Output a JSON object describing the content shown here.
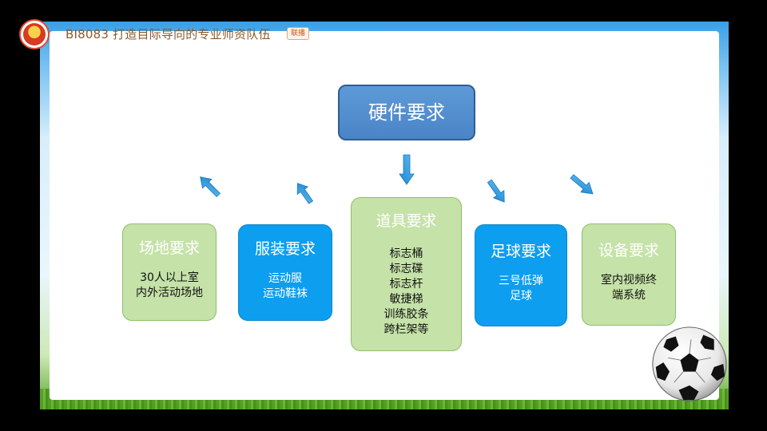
{
  "header": {
    "title": "BI8083 打造目际导向的专业师资队伍",
    "badge": "联播"
  },
  "diagram": {
    "root": "硬件要求",
    "children": [
      {
        "title": "场地要求",
        "lines": [
          "30人以上室",
          "内外活动场地"
        ]
      },
      {
        "title": "服装要求",
        "lines": [
          "运动服",
          "运动鞋袜"
        ]
      },
      {
        "title": "道具要求",
        "lines": [
          "标志桶",
          "标志碟",
          "标志杆",
          "敏捷梯",
          "训练胶条",
          "跨栏架等"
        ]
      },
      {
        "title": "足球要求",
        "lines": [
          "三号低弹",
          "足球"
        ]
      },
      {
        "title": "设备要求",
        "lines": [
          "室内视频终",
          "端系统"
        ]
      }
    ]
  },
  "colors": {
    "root": "#4a84c6",
    "green_box": "#c5e2a8",
    "blue_box": "#0d9ef0",
    "arrow": "#2a9be0"
  }
}
